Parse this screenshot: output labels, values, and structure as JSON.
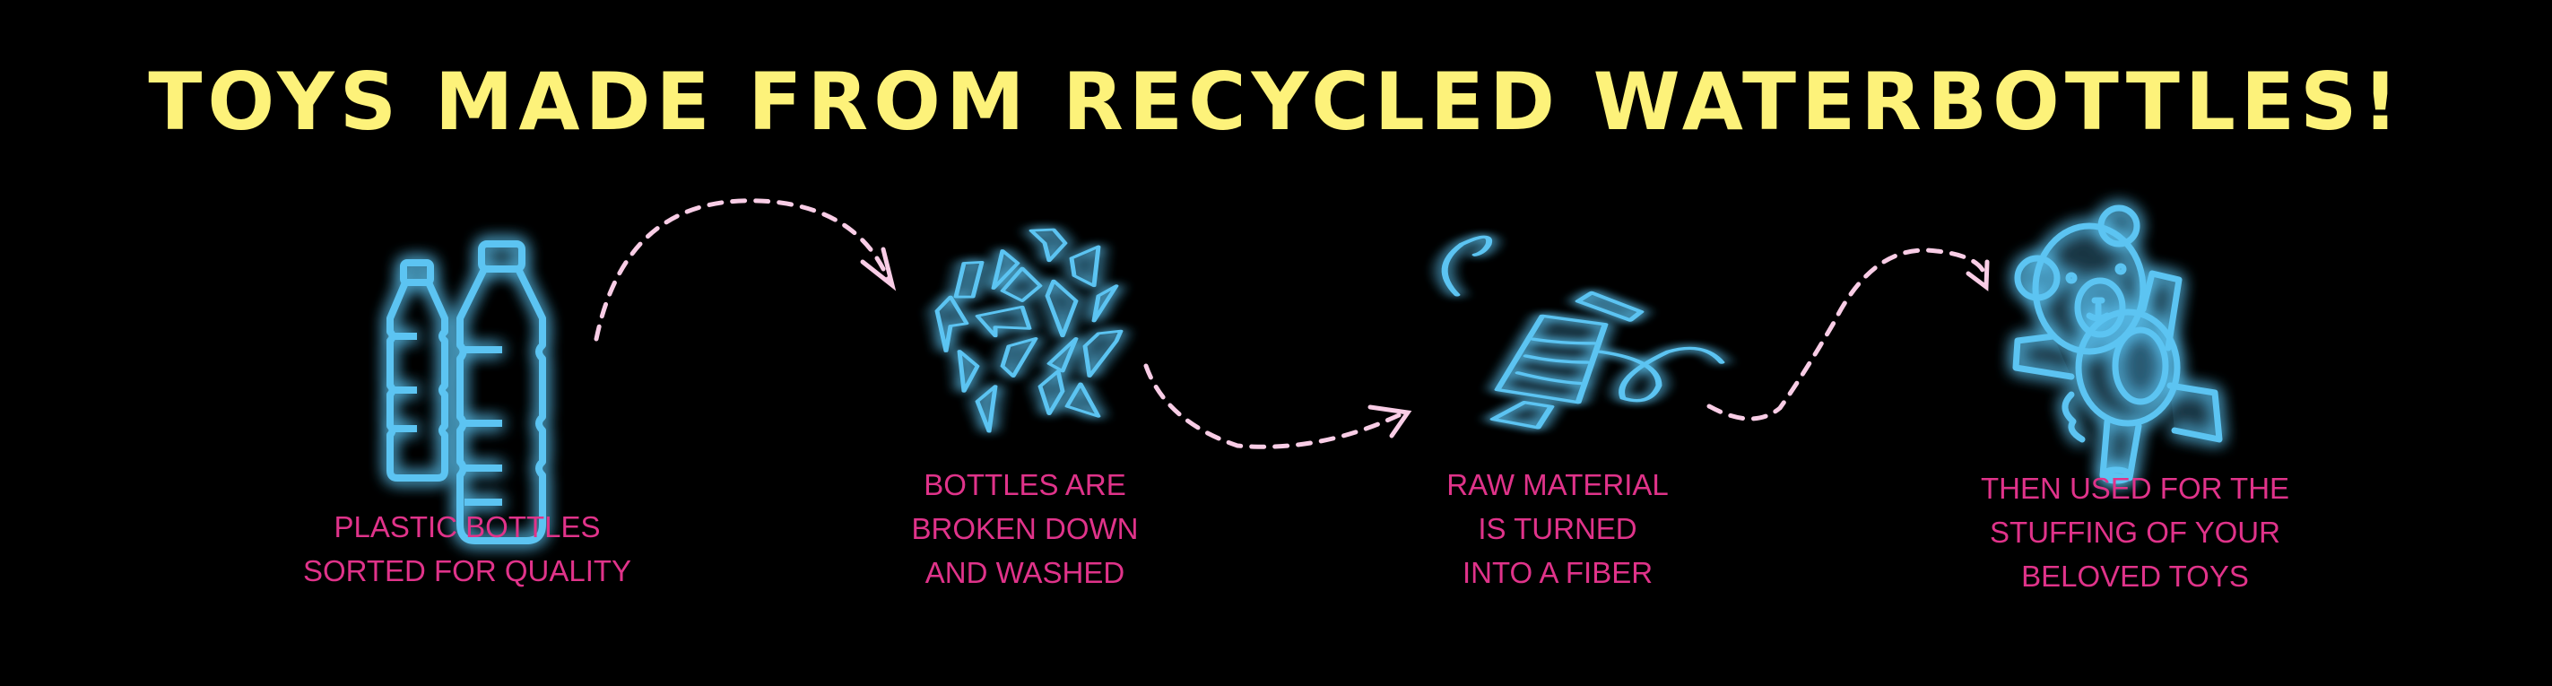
{
  "title": "TOYS MADE FROM RECYCLED WATERBOTTLES!",
  "colors": {
    "background": "#000000",
    "title": "#fdf27a",
    "caption": "#e0338a",
    "icon": "#5cc4f2",
    "arrow": "#f9cde6"
  },
  "steps": [
    {
      "icon": "plastic-bottles-icon",
      "lines": [
        "PLASTIC BOTTLES",
        "SORTED FOR QUALITY"
      ]
    },
    {
      "icon": "plastic-fragments-icon",
      "lines": [
        "BOTTLES ARE",
        "BROKEN DOWN",
        "AND WASHED"
      ]
    },
    {
      "icon": "thread-spool-icon",
      "lines": [
        "RAW MATERIAL",
        "IS TURNED",
        "INTO A FIBER"
      ]
    },
    {
      "icon": "teddy-bear-icon",
      "lines": [
        "THEN USED FOR THE",
        "STUFFING OF YOUR",
        "BELOVED TOYS"
      ]
    }
  ]
}
